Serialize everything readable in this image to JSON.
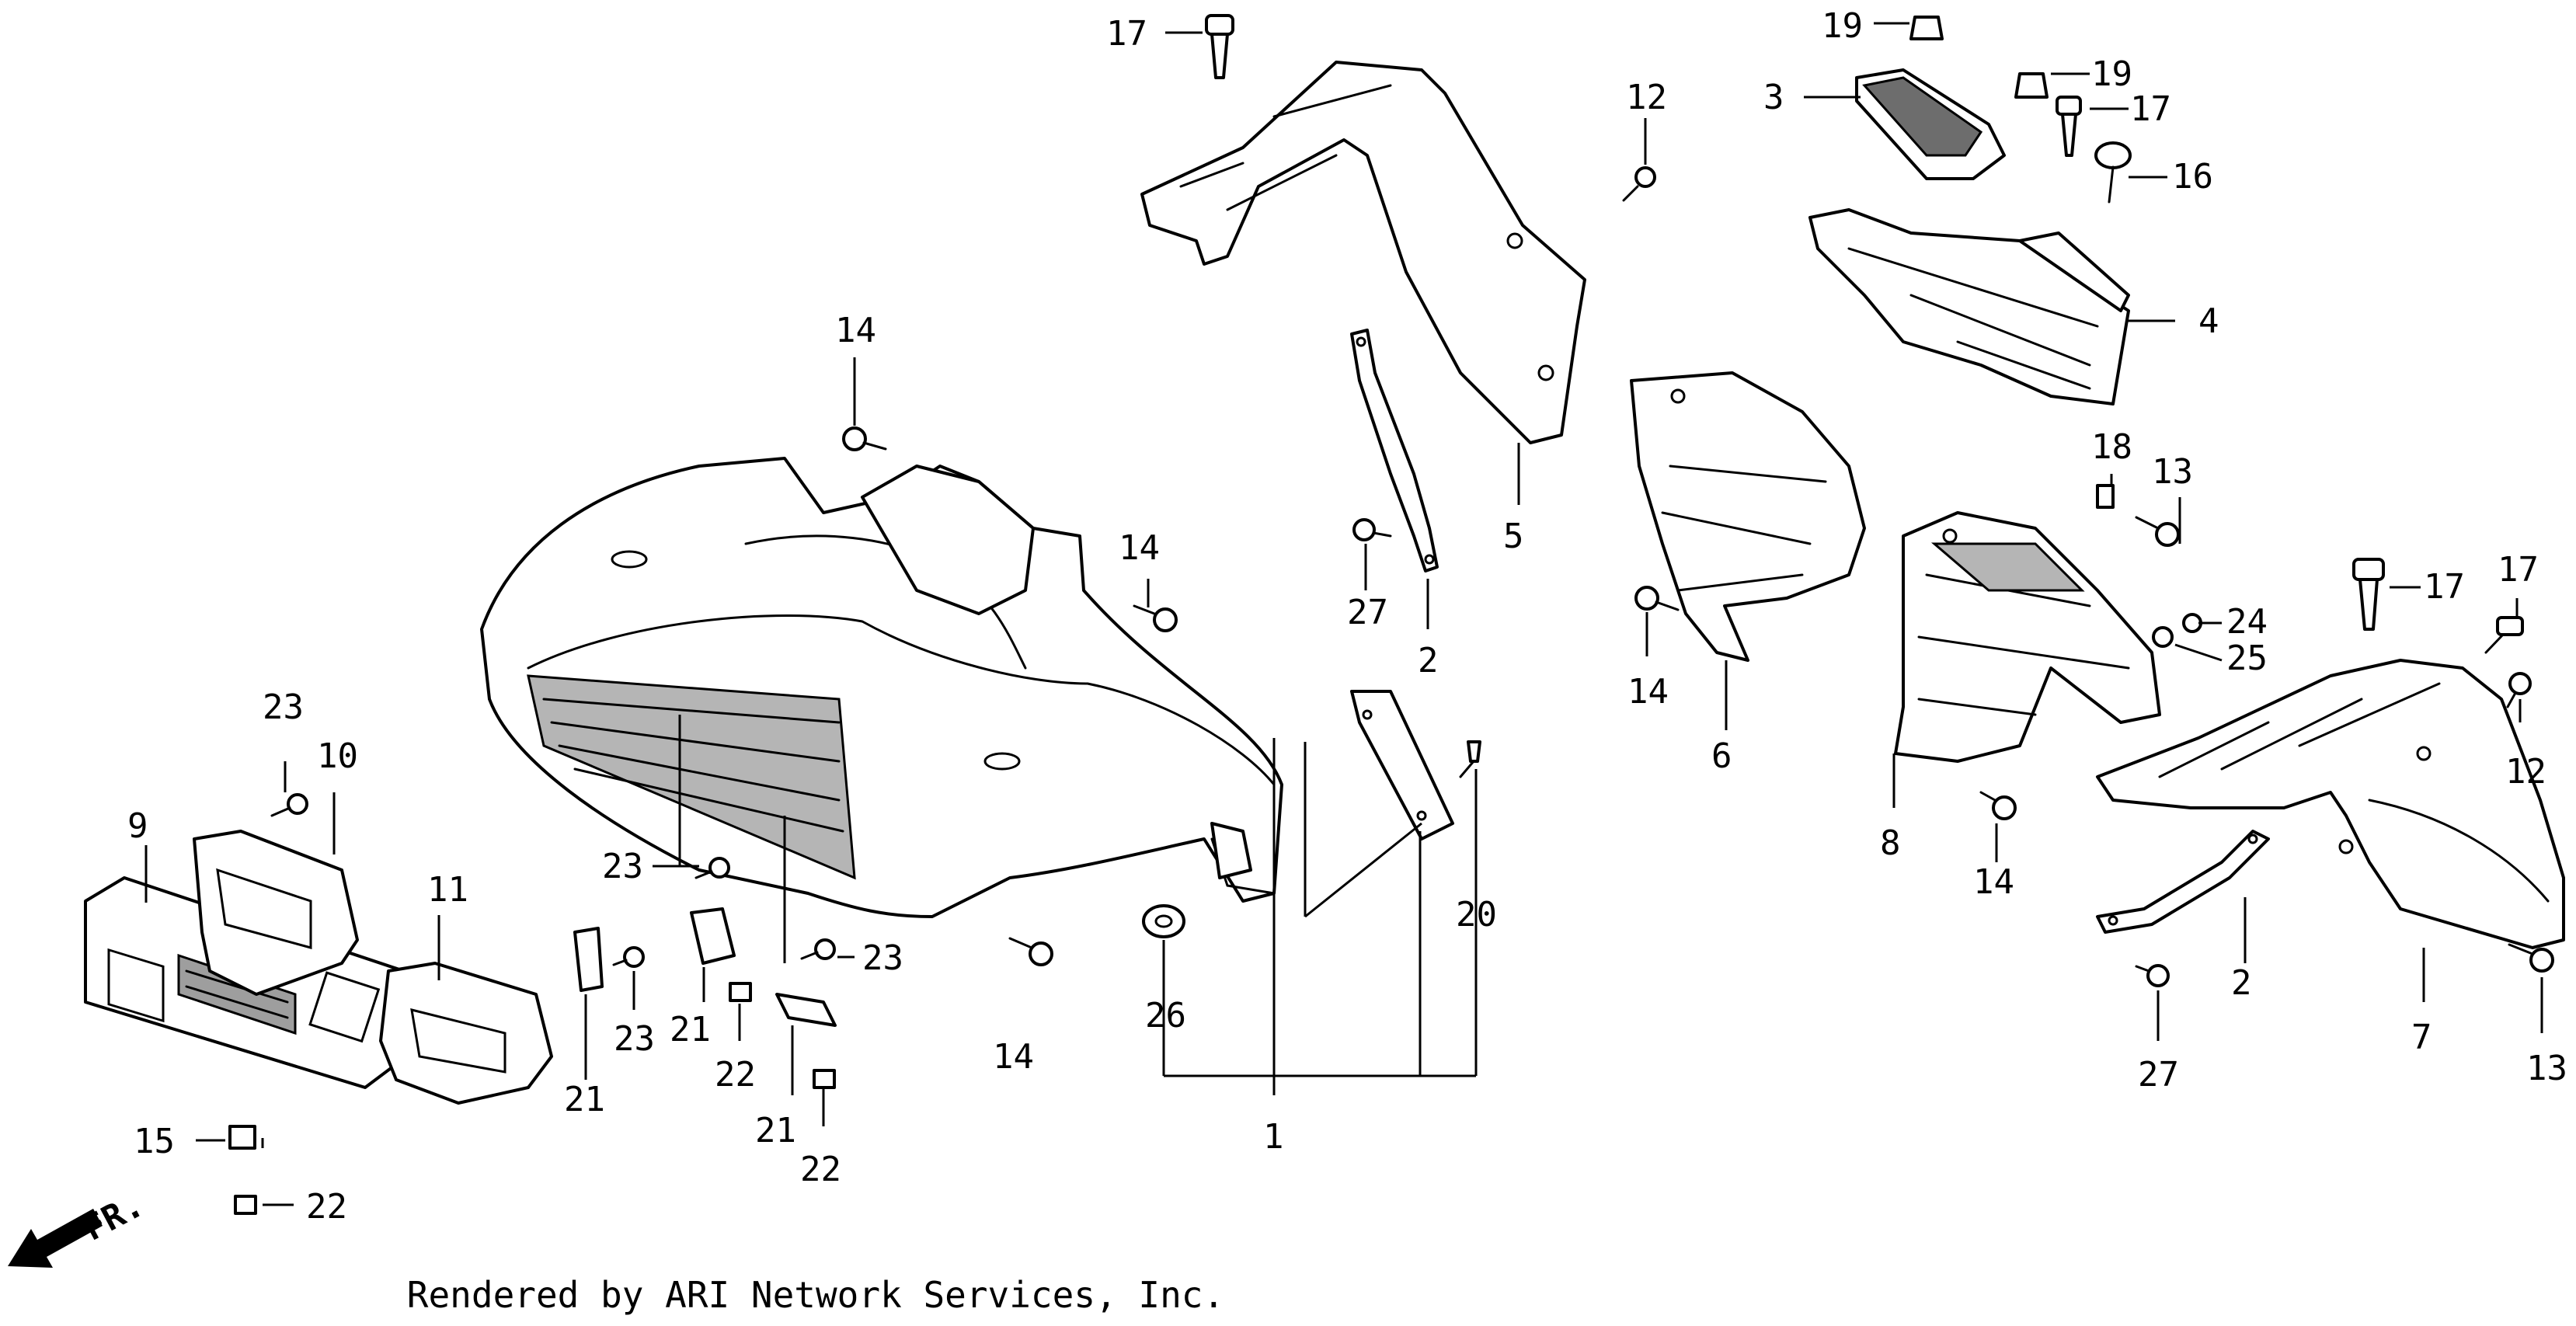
{
  "footer": "Rendered by ARI Network Services, Inc.",
  "direction_label": "FR.",
  "callouts": {
    "c1": "1",
    "c2a": "2",
    "c2b": "2",
    "c3": "3",
    "c4": "4",
    "c5": "5",
    "c6": "6",
    "c7": "7",
    "c8": "8",
    "c9": "9",
    "c10": "10",
    "c11": "11",
    "c12a": "12",
    "c12b": "12",
    "c13a": "13",
    "c13b": "13",
    "c14a": "14",
    "c14b": "14",
    "c14c": "14",
    "c14d": "14",
    "c14e": "14",
    "c15": "15",
    "c16": "16",
    "c17a": "17",
    "c17b": "17",
    "c17c": "17",
    "c17d": "17",
    "c18": "18",
    "c19a": "19",
    "c19b": "19",
    "c20": "20",
    "c21a": "21",
    "c21b": "21",
    "c21c": "21",
    "c22a": "22",
    "c22b": "22",
    "c22c": "22",
    "c23a": "23",
    "c23b": "23",
    "c23c": "23",
    "c23d": "23",
    "c24": "24",
    "c25": "25",
    "c26": "26",
    "c27a": "27",
    "c27b": "27"
  }
}
